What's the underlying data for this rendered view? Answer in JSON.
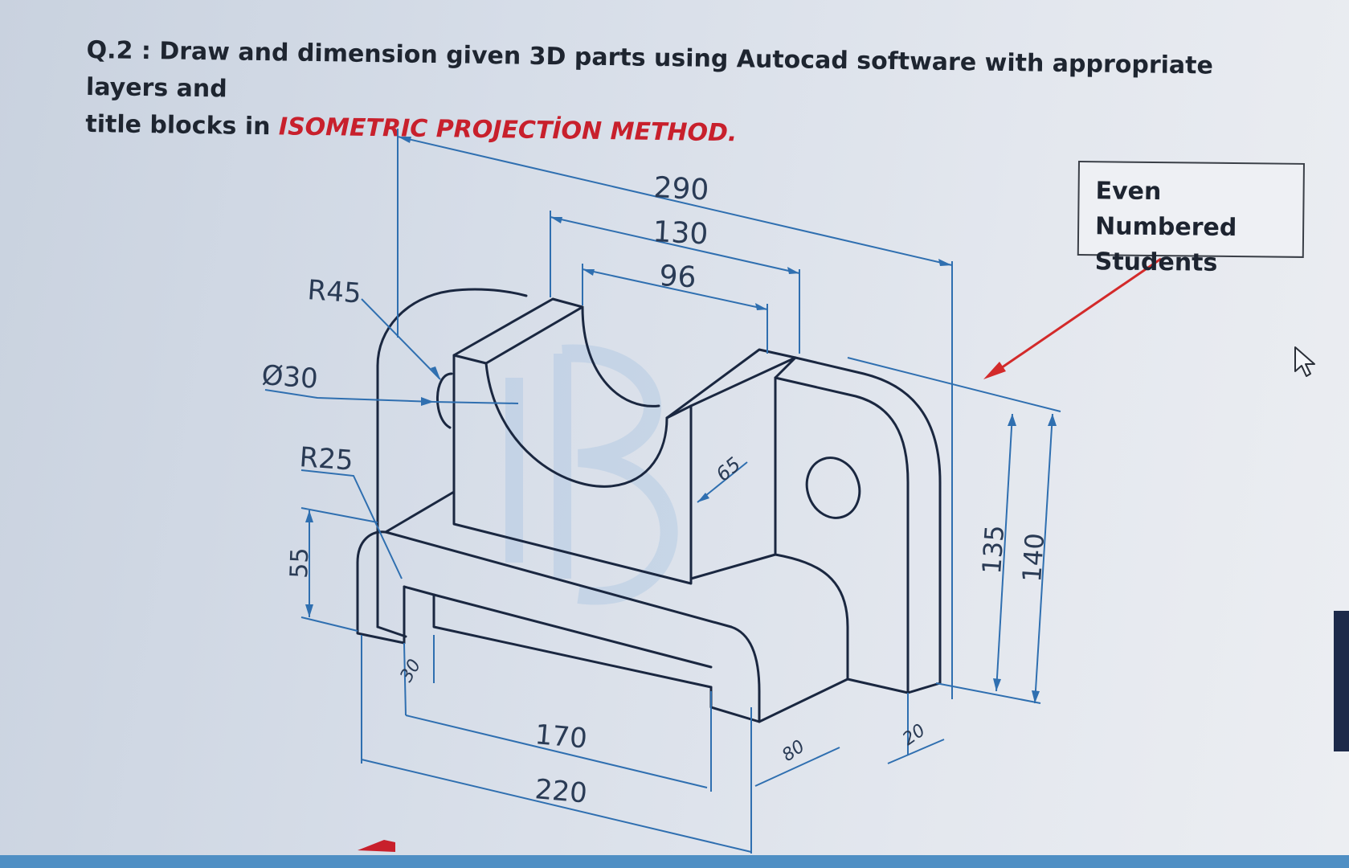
{
  "question": {
    "number": "Q.2 :",
    "text_line1": "Draw and dimension  given 3D parts  using  Autocad software with appropriate layers and",
    "text_line2_prefix": "title blocks in ",
    "emphasis": "ISOMETRIC  PROJECTİON METHOD."
  },
  "callout": {
    "line1": "Even Numbered",
    "line2": "Students"
  },
  "dimensions": {
    "d290": "290",
    "d130": "130",
    "d96": "96",
    "r45": "R45",
    "d30": "Ø30",
    "r25": "R25",
    "d55": "55",
    "d65": "65",
    "d135": "135",
    "d140": "140",
    "d30b": "30",
    "d170": "170",
    "d220": "220",
    "d80": "80",
    "d20": "20"
  },
  "colors": {
    "question_text": "#1e2530",
    "emphasis": "#c8202c",
    "drawing_lines": "#1a2740",
    "dimension_lines": "#2f6fb0",
    "arrow": "#d32a2a"
  },
  "icons": {
    "cursor": "mouse-pointer-icon"
  }
}
